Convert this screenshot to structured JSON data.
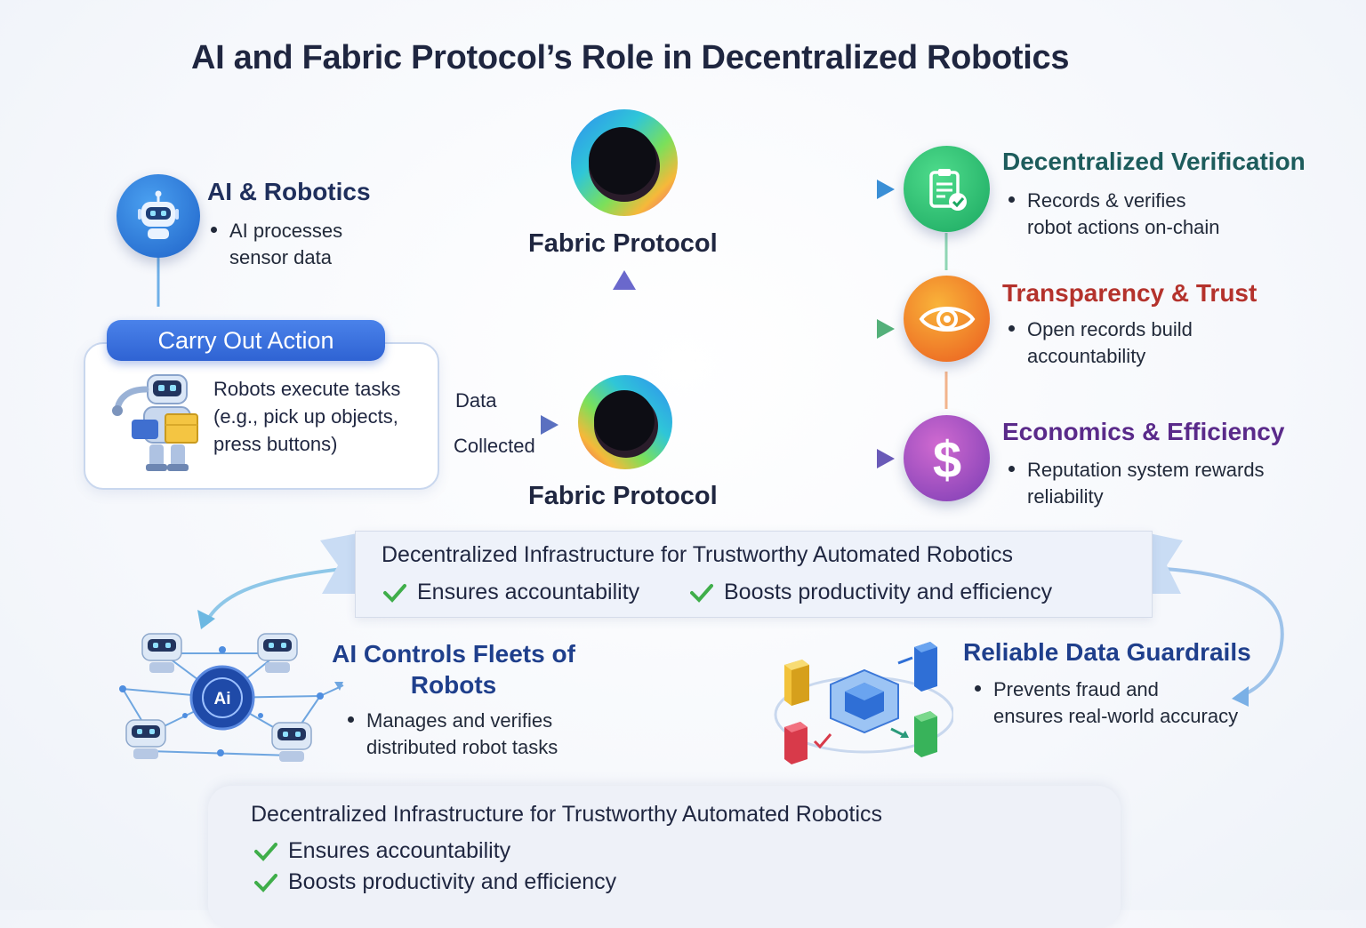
{
  "title": "AI and Fabric Protocol’s Role in Decentralized Robotics",
  "ai_robotics": {
    "title": "AI & Robotics",
    "bullet_line1": "AI processes",
    "bullet_line2": "sensor data"
  },
  "action": {
    "pill": "Carry Out  Action",
    "line1": "Robots execute tasks",
    "line2": "(e.g., pick up objects,",
    "line3": "press buttons)"
  },
  "flow": {
    "data_label": "Data",
    "collected_label": "Collected"
  },
  "fabric_top": "Fabric Protocol",
  "fabric_bottom": "Fabric Protocol",
  "features": [
    {
      "title": "Decentralized Verification",
      "line1": "Records & verifies",
      "line2": "robot actions on-chain",
      "color": "#1d5c5c",
      "icon": "clipboard-check-icon"
    },
    {
      "title": "Transparency & Trust",
      "line1": "Open records build",
      "line2": "accountability",
      "color": "#b4322c",
      "icon": "eye-icon"
    },
    {
      "title": "Economics & Efficiency",
      "line1": "Reputation system rewards",
      "line2": "reliability",
      "color": "#5a2a8a",
      "icon": "dollar-icon"
    }
  ],
  "banner": {
    "title": "Decentralized Infrastructure for Trustworthy Automated Robotics",
    "check1": "Ensures accountability",
    "check2": "Boosts productivity and efficiency"
  },
  "fleets": {
    "title_line1": "AI Controls Fleets of",
    "title_line2": "Robots",
    "hub_label": "Ai",
    "line1": "Manages and verifies",
    "line2": "distributed robot tasks"
  },
  "guardrails": {
    "title": "Reliable Data Guardrails",
    "line1": "Prevents fraud and",
    "line2": "ensures real-world accuracy"
  },
  "bottom": {
    "title": "Decentralized Infrastructure for Trustworthy Automated Robotics",
    "check1": "Ensures accountability",
    "check2": "Boosts productivity and efficiency"
  },
  "colors": {
    "accent_blue": "#2f63d3",
    "green": "#27b36a",
    "orange": "#f08a1e",
    "purple": "#8a3fb8"
  }
}
